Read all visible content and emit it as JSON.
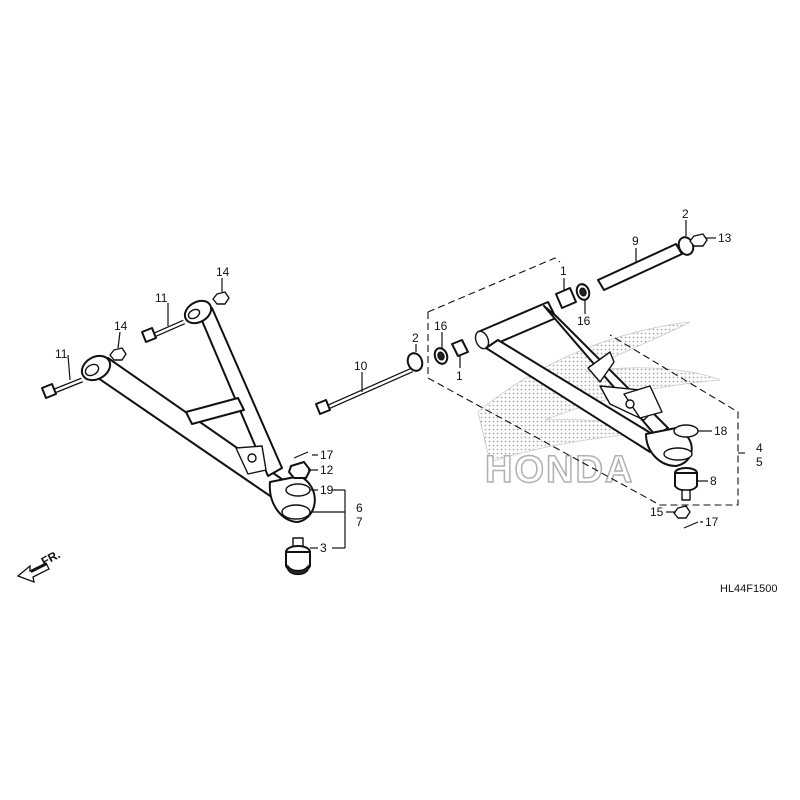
{
  "diagram": {
    "watermark_text": "HONDA",
    "reference_code": "HL44F1500",
    "direction_label": "FR.",
    "callouts": {
      "c1a": "1",
      "c1b": "1",
      "c2a": "2",
      "c2b": "2",
      "c3": "3",
      "c4": "4",
      "c5": "5",
      "c6": "6",
      "c7": "7",
      "c8": "8",
      "c9": "9",
      "c10": "10",
      "c11a": "11",
      "c11b": "11",
      "c12": "12",
      "c13": "13",
      "c14a": "14",
      "c14b": "14",
      "c15": "15",
      "c16a": "16",
      "c16b": "16",
      "c17a": "17",
      "c17b": "17",
      "c18": "18",
      "c19": "19"
    }
  }
}
